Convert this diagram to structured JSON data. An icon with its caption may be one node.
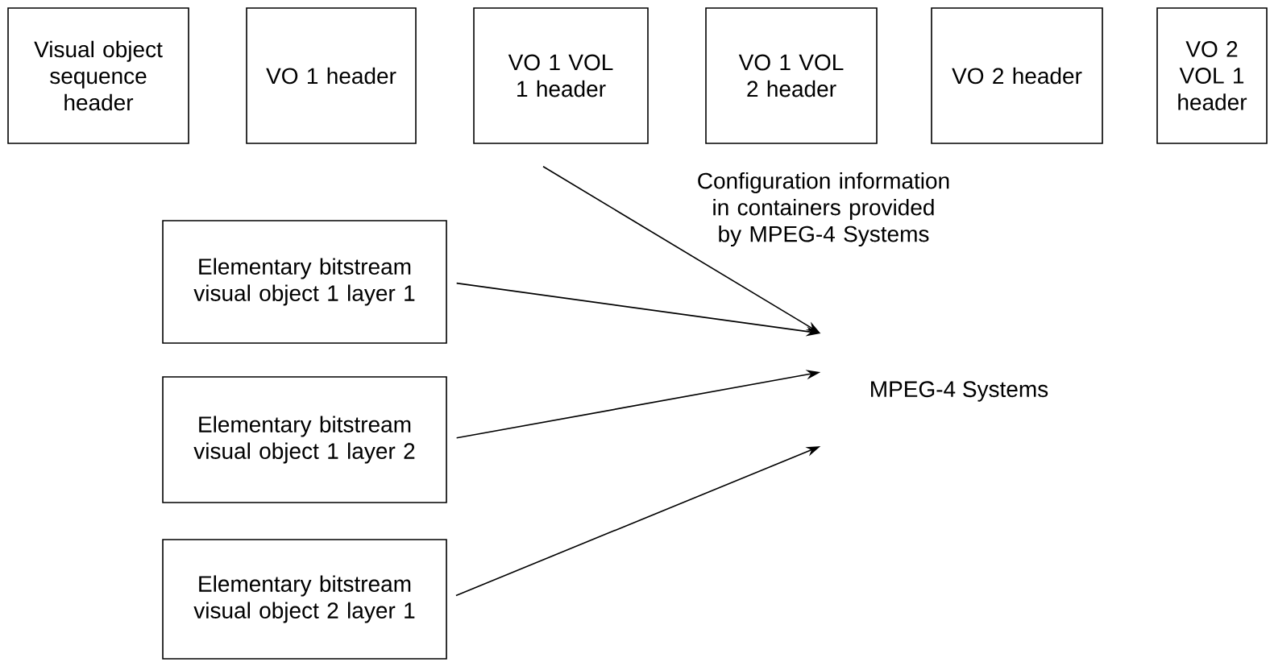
{
  "diagram": {
    "nodes": [
      {
        "text": [
          "Visual object sequence header"
        ]
      },
      {
        "text": [
          "VO 1 header"
        ]
      },
      {
        "text": [
          "VO 1 VOL 1 header"
        ]
      },
      {
        "text": [
          "VO 1 VOL 2 header"
        ]
      },
      {
        "text": [
          "VO 2 header"
        ]
      },
      {
        "text": [
          "VO 2 VOL 1 header"
        ]
      },
      {
        "text": [
          "Elementary bitstream visual object 1 layer 1"
        ]
      },
      {
        "text": [
          "Elementary bitstream visual object 1 layer 2"
        ]
      },
      {
        "text": [
          "Elementary bitstream visual object 2 layer 1"
        ]
      },
      {
        "text": [
          "MPEG-4 Systems"
        ]
      }
    ],
    "edges": [
      {
        "from": 2,
        "to": 9,
        "arrow": "to"
      },
      {
        "from": 6,
        "to": 9,
        "arrow": "to"
      },
      {
        "from": 7,
        "to": 9,
        "arrow": "to"
      },
      {
        "from": 8,
        "to": 9,
        "arrow": "to"
      }
    ],
    "labels": [
      "Configuration information in containers provided by MPEG-4 Systems"
    ]
  }
}
